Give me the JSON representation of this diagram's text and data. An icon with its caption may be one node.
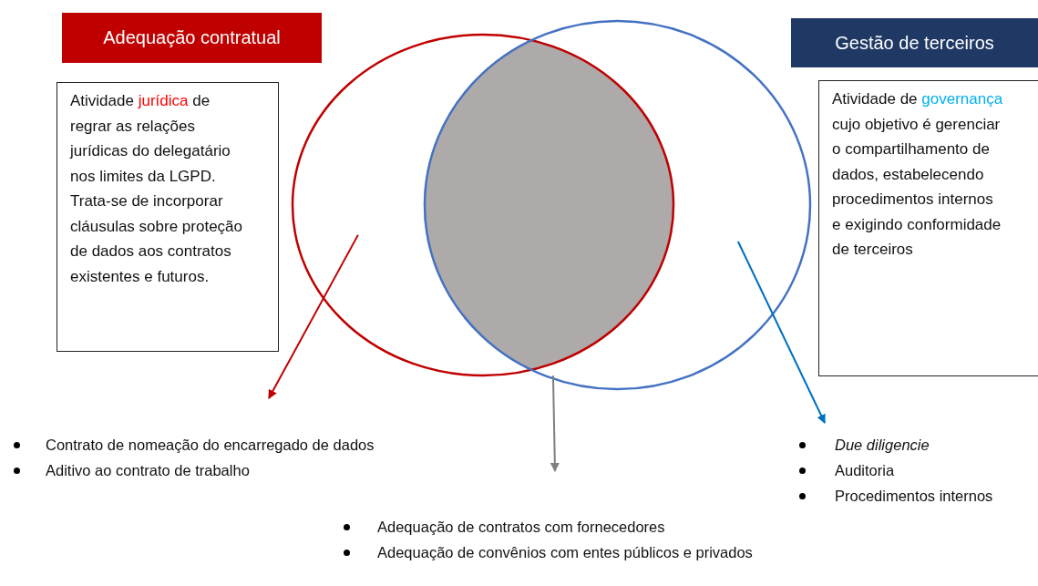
{
  "diagram": {
    "nodes": [
      {
        "text": [
          "Adequação contratual"
        ]
      },
      {
        "text": [
          "Gestão de terceiros"
        ]
      },
      {
        "text": [
          "Atividade **jurídica** de regrar as relações jurídicas do delegatário nos limites da LGPD.",
          "Trata-se de incorporar cláusulas sobre proteção de dados aos contratos existentes e futuros."
        ]
      },
      {
        "text": [
          "Atividade de **governança** cujo objetivo é gerenciar o compartilhamento de dados, estabelecendo procedimentos internos e exigindo conformidade de terceiros"
        ]
      },
      {
        "text": [],
        "shape": "circle"
      },
      {
        "text": [],
        "shape": "circle"
      },
      {
        "text": [],
        "shape": "lens"
      },
      {
        "text": [
          "Contrato de nomeação do encarregado de dados",
          "Aditivo ao contrato de trabalho"
        ]
      },
      {
        "text": [
          "Adequação de contratos com fornecedores",
          "Adequação de convênios com entes públicos e privados"
        ]
      },
      {
        "text": [
          "*Due diligencie*",
          "Auditoria",
          "Procedimentos internos"
        ]
      }
    ],
    "edges": [
      {
        "from": 4,
        "to": 7,
        "arrow": "to",
        "color": "#c00000"
      },
      {
        "from": 6,
        "to": 8,
        "arrow": "to",
        "color": "#7f7f7f"
      },
      {
        "from": 5,
        "to": 9,
        "arrow": "to",
        "color": "#0070c0"
      }
    ]
  }
}
